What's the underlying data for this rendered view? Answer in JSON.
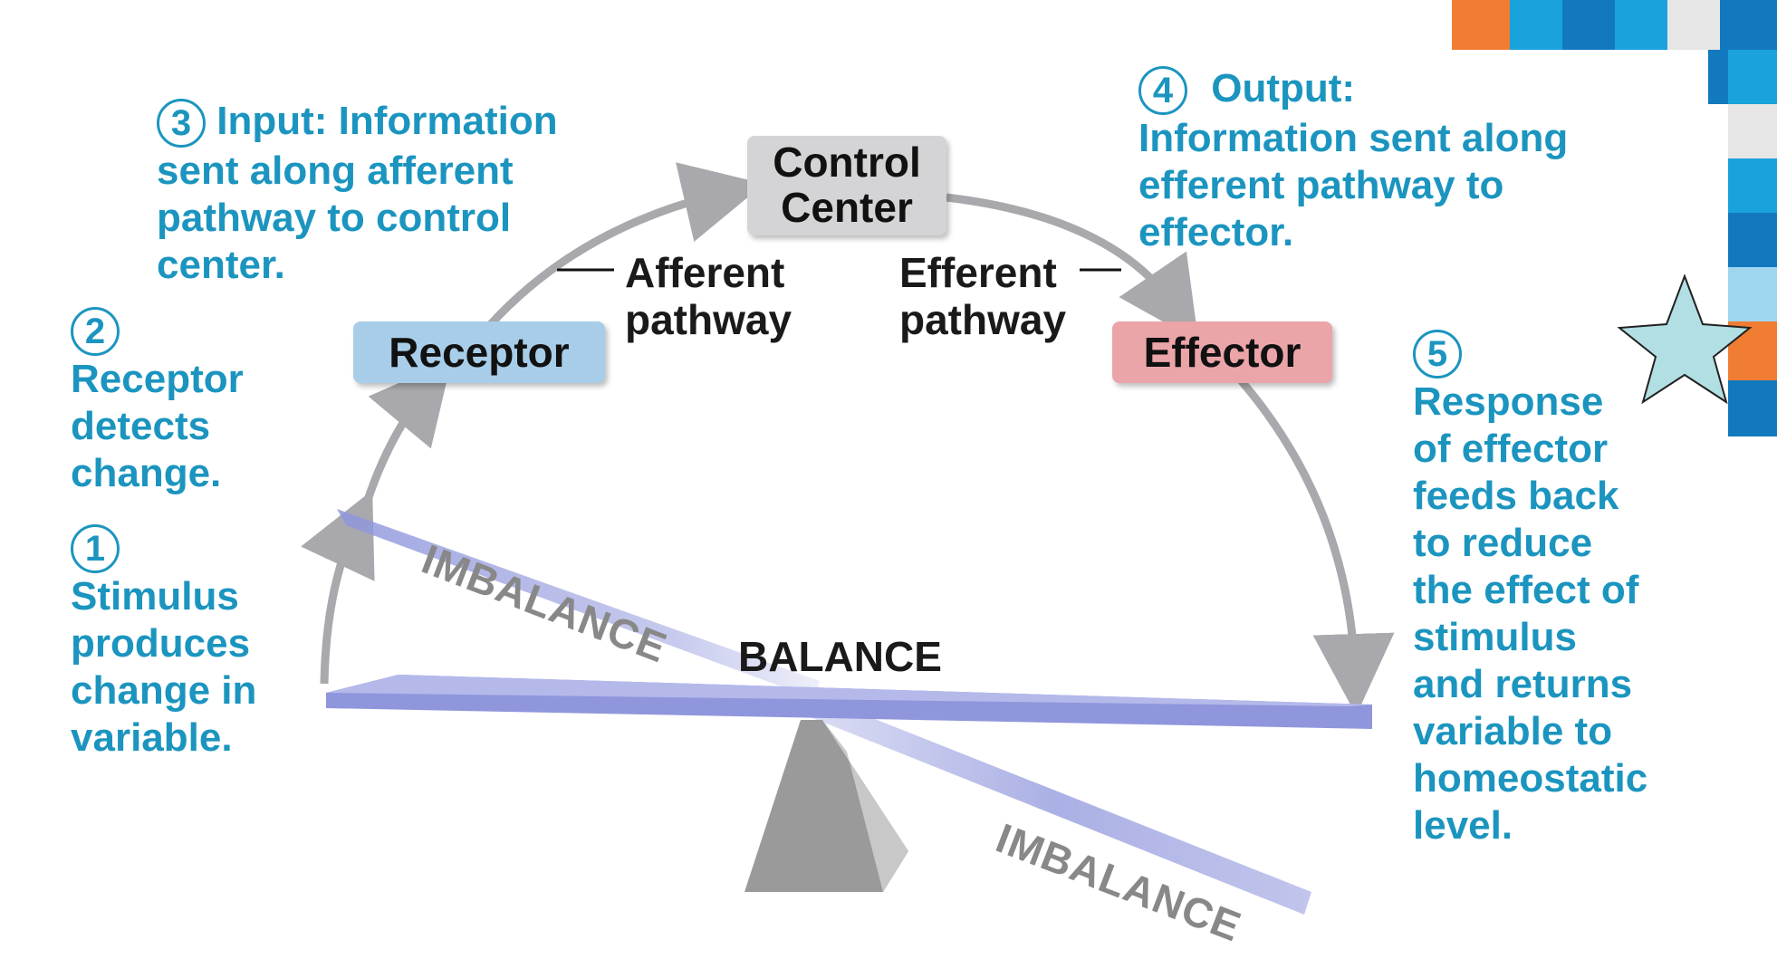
{
  "colors": {
    "step_text": "#1b95bf",
    "arrow": "#a9a9ad",
    "receptor_box": "#a8cde9",
    "control_box": "#d4d4d6",
    "effector_box": "#eba5a9",
    "beam": "#8f96dc",
    "fulcrum": "#9a9a9a",
    "deco_orange": "#f07d32",
    "deco_blue": "#1aa2dd",
    "deco_navy": "#1279bf",
    "star_fill": "#b2dfe3"
  },
  "boxes": {
    "control": [
      "Control",
      "Center"
    ],
    "receptor": "Receptor",
    "effector": "Effector"
  },
  "pathways": {
    "afferent": [
      "Afferent",
      "pathway"
    ],
    "efferent": [
      "Efferent",
      "pathway"
    ]
  },
  "steps": {
    "s1": {
      "number": "1",
      "title": "Stimulus",
      "lines": [
        "produces",
        "change in",
        "variable."
      ]
    },
    "s2": {
      "number": "2",
      "title": "Receptor",
      "lines": [
        "detects",
        "change."
      ]
    },
    "s3": {
      "number": "3",
      "title": "Input:",
      "first_rest": "Information",
      "lines": [
        "sent along afferent",
        "pathway to control",
        "center."
      ]
    },
    "s4": {
      "number": "4",
      "title": "Output:",
      "lines": [
        "Information sent along",
        "efferent pathway to",
        "effector."
      ]
    },
    "s5": {
      "number": "5",
      "title": "Response",
      "lines": [
        "of effector",
        "feeds back",
        "to reduce",
        "the effect of",
        "stimulus",
        "and returns",
        "variable to",
        "homeostatic",
        "level."
      ]
    }
  },
  "seesaw": {
    "balance": "BALANCE",
    "imbalance_top": "IMBALANCE",
    "imbalance_bottom": "IMBALANCE"
  },
  "decoration": {
    "icons": [
      "color-block-pattern",
      "star-icon"
    ]
  }
}
